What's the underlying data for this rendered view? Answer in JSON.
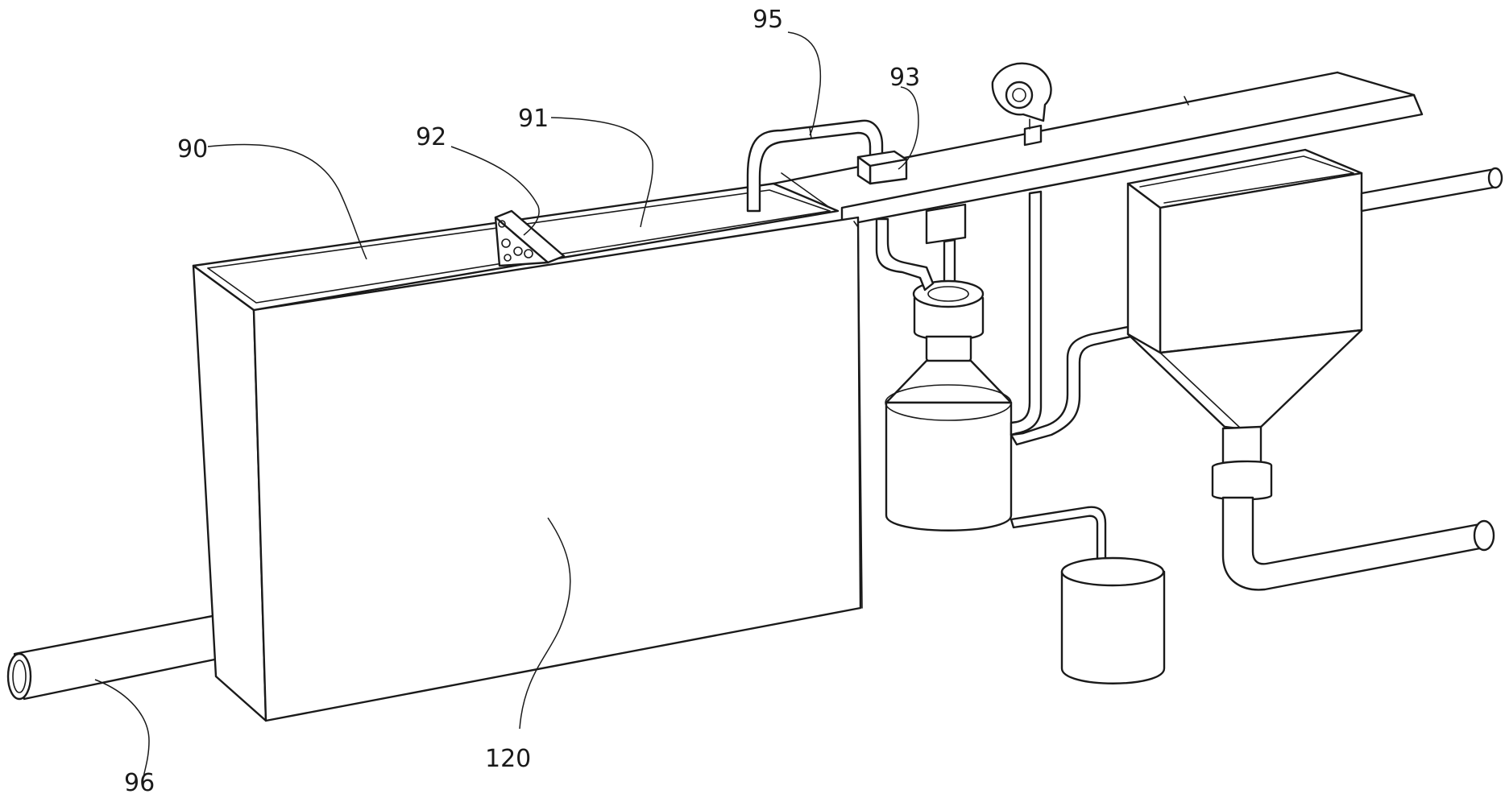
{
  "labels": {
    "label_90": "90",
    "label_92": "92",
    "label_91": "91",
    "label_95": "95",
    "label_93": "93",
    "label_120": "120",
    "label_96": "96"
  }
}
